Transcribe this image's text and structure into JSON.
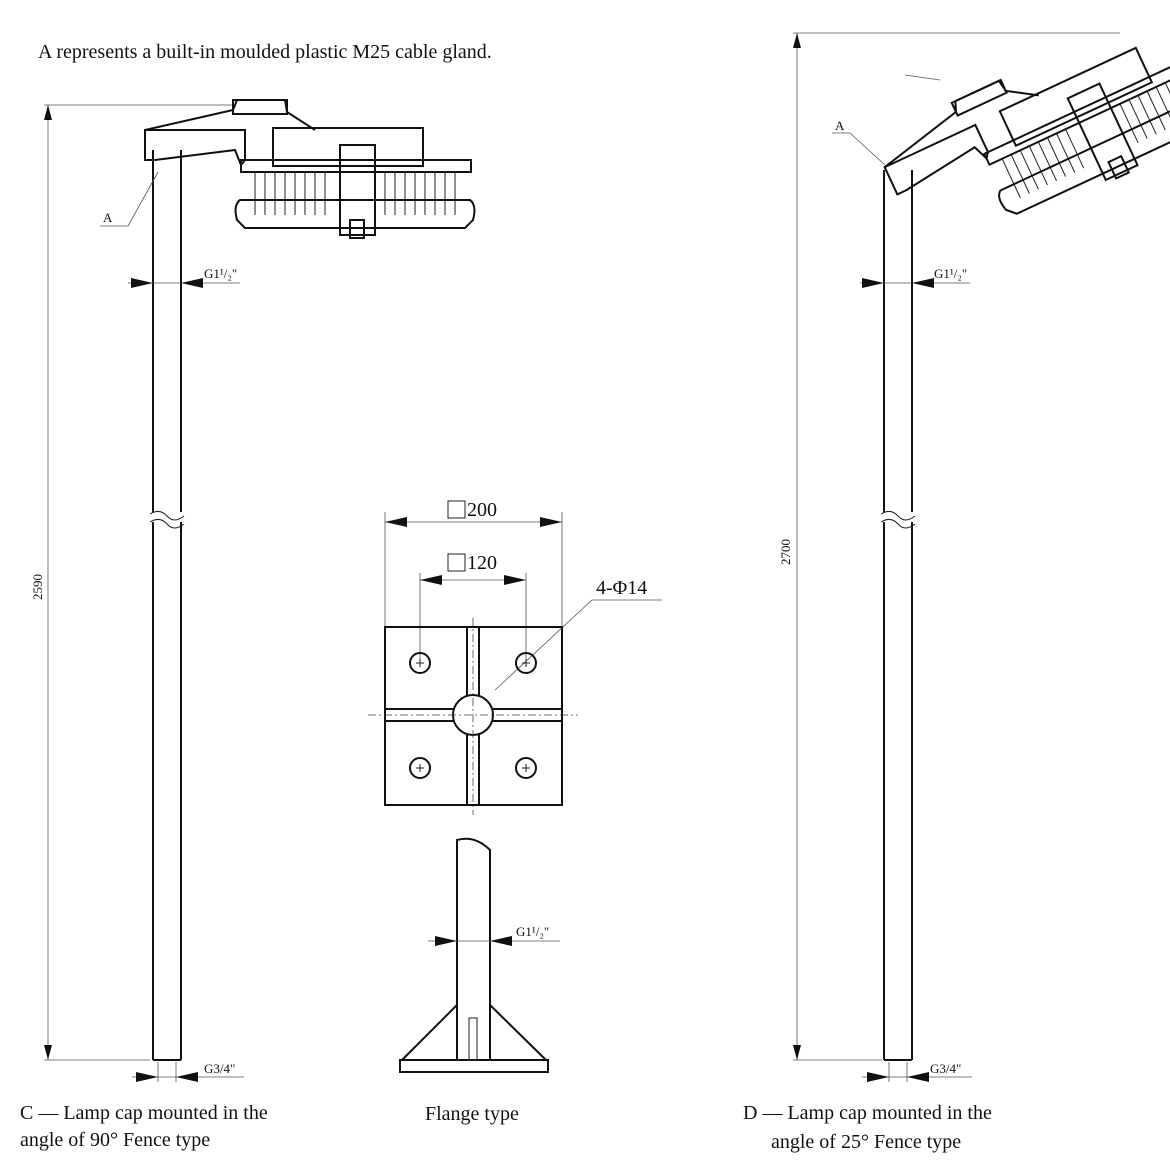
{
  "note": "A represents a built-in moulded plastic M25 cable gland.",
  "left_view": {
    "height_dim": "2590",
    "pole_thread_top": "G1¹/₂\"",
    "pole_thread_bottom": "G3/4\"",
    "marker": "A",
    "caption_line1": "C — Lamp cap mounted in the",
    "caption_line2": "angle of 90°  Fence type"
  },
  "flange_view": {
    "outer_dim": "200",
    "inner_dim": "120",
    "holes_dim": "4-Φ14",
    "pole_thread": "G1¹/₂\"",
    "caption": "Flange type"
  },
  "right_view": {
    "height_dim": "2700",
    "pole_thread_top": "G1¹/₂\"",
    "pole_thread_bottom": "G3/4\"",
    "marker": "A",
    "caption_line1": "D — Lamp cap mounted in the",
    "caption_line2": "angle of 25°  Fence type"
  }
}
